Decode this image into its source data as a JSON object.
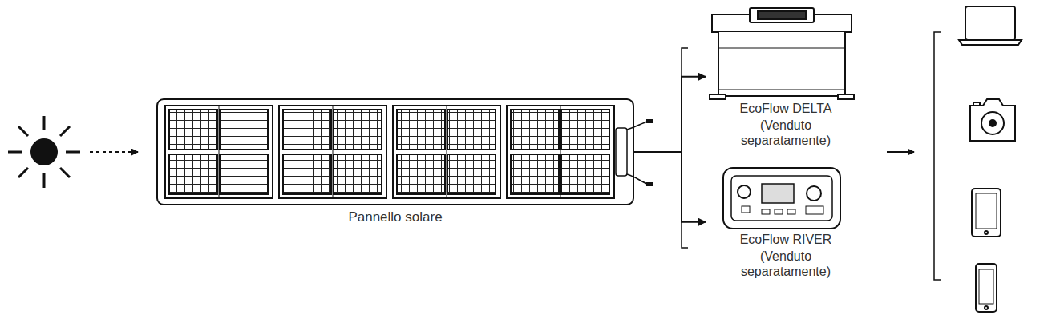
{
  "diagram": {
    "nodes": [
      {
        "text": [
          "Pannello solare"
        ]
      },
      {
        "text": [
          "EcoFlow DELTA",
          "(Venduto separatamente)"
        ]
      },
      {
        "text": [
          "EcoFlow RIVER",
          "(Venduto separatamente)"
        ]
      }
    ],
    "edges": [
      {
        "from": 0,
        "to": 1,
        "arrow": "to"
      },
      {
        "from": 0,
        "to": 2,
        "arrow": "to"
      }
    ]
  }
}
